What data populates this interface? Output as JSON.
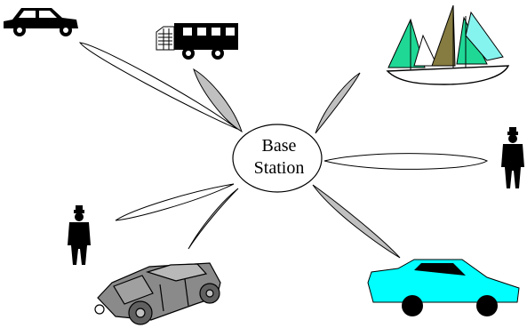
{
  "base_station": {
    "label_line1": "Base",
    "label_line2": "Station"
  },
  "colors": {
    "beam_active": "#c0c0c0",
    "beam_inactive": "#ffffff",
    "outline": "#000000",
    "sail_green": "#1fd896",
    "sail_olive": "#867b40",
    "sail_cyan": "#86f4ee",
    "car_cyan": "#00ffff",
    "car_grey": "#808080"
  },
  "terminals": [
    {
      "name": "car-top-left",
      "icon": "car-icon"
    },
    {
      "name": "truck",
      "icon": "truck-icon"
    },
    {
      "name": "sailboat",
      "icon": "sailboat-icon"
    },
    {
      "name": "person-right",
      "icon": "person-icon"
    },
    {
      "name": "cyan-car",
      "icon": "car-icon"
    },
    {
      "name": "grey-car",
      "icon": "car-icon"
    },
    {
      "name": "person-left",
      "icon": "person-icon"
    }
  ]
}
